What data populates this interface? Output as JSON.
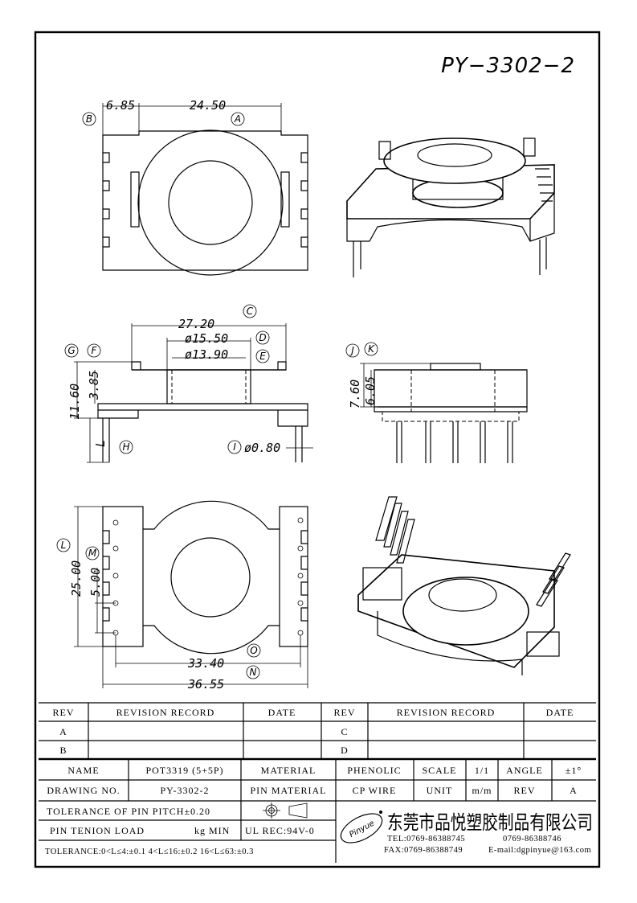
{
  "title": "PY−3302−2",
  "top_view": {
    "dim_b": "6.85",
    "dim_a": "24.50",
    "mark_b": "B",
    "mark_a": "A"
  },
  "side_view": {
    "dim_c": "27.20",
    "dim_d": "ø15.50",
    "dim_e": "ø13.90",
    "mark_c": "C",
    "mark_d": "D",
    "mark_e": "E",
    "mark_g": "G",
    "mark_f": "F",
    "dim_g": "11.60",
    "dim_f": "3.85",
    "dim_h": "L",
    "mark_h": "H",
    "mark_i": "I",
    "dim_i": "ø0.80"
  },
  "end_view": {
    "mark_j": "J",
    "mark_k": "K",
    "dim_j": "7.60",
    "dim_k": "6.05"
  },
  "bottom_view": {
    "mark_l": "L",
    "dim_l": "25.00",
    "mark_m": "M",
    "dim_m": "5.00",
    "mark_o": "O",
    "dim_o": "33.40",
    "mark_n": "N",
    "dim_n": "36.55"
  },
  "revision_table": {
    "headers": [
      "REV",
      "REVISION RECORD",
      "DATE",
      "REV",
      "REVISION RECORD",
      "DATE"
    ],
    "rows": [
      [
        "A",
        "",
        "",
        "C",
        "",
        ""
      ],
      [
        "B",
        "",
        "",
        "D",
        "",
        ""
      ]
    ]
  },
  "info_block": {
    "name_label": "NAME",
    "name_value": "POT3319 (5+5P)",
    "material_label": "MATERIAL",
    "material_value": "PHENOLIC",
    "scale_label": "SCALE",
    "scale_value": "1/1",
    "angle_label": "ANGLE",
    "angle_value": "±1°",
    "drawing_label": "DRAWING NO.",
    "drawing_value": "PY-3302-2",
    "pin_material_label": "PIN MATERIAL",
    "pin_material_value": "CP WIRE",
    "unit_label": "UNIT",
    "unit_value": "m/m",
    "rev_label": "REV",
    "rev_value": "A",
    "tolerance_pitch": "TOLERANCE OF PIN PITCH±0.20",
    "pin_load_label": "PIN TENION LOAD",
    "pin_load_unit": "kg MIN",
    "ul_rec": "UL REC:94V-0",
    "tolerance_line": "TOLERANCE:0<L≤4:±0.1  4<L≤16:±0.2  16<L≤63:±0.3",
    "logo_text": "Pinyue",
    "company": "东莞市品悦塑胶制品有限公司",
    "tel": "TEL:0769-86388745",
    "tel2": "0769-86388746",
    "fax": "FAX:0769-86388749",
    "email": "E-mail:dgpinyue@163.com"
  }
}
